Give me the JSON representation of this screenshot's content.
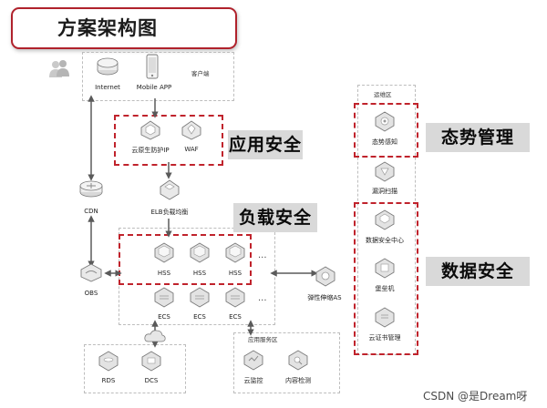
{
  "title": "方案架构图",
  "zones": {
    "client": "客户端",
    "ops": "运维区",
    "app_service": "应用服务区"
  },
  "nodes": {
    "internet": "Internet",
    "mobile_app": "Mobile APP",
    "cloud_waf_ip": "云原生防护IP",
    "waf": "WAF",
    "cdn": "CDN",
    "elb": "ELB负载均衡",
    "obs": "OBS",
    "hss_1": "HSS",
    "hss_2": "HSS",
    "hss_3": "HSS",
    "ecs_1": "ECS",
    "ecs_2": "ECS",
    "ecs_3": "ECS",
    "auto_scaling": "弹性伸缩AS",
    "rds": "RDS",
    "dcs": "DCS",
    "cloud_monitor": "云监控",
    "content_check": "内容检测",
    "situation_awareness": "态势感知",
    "vuln_scan": "漏洞扫描",
    "data_security_center": "数据安全中心",
    "bastion": "堡垒机",
    "cert_mgmt": "云证书管理",
    "ellipsis_1": "...",
    "ellipsis_2": "..."
  },
  "callouts": {
    "app_security": "应用安全",
    "load_security": "负载安全",
    "situation_mgmt": "态势管理",
    "data_security": "数据安全"
  },
  "watermark": "CSDN @是Dream呀",
  "colors": {
    "highlight": "#c0232c",
    "callout_bg": "#d9d9d9",
    "icon_stroke": "#7a7a7a",
    "line": "#5a5a5a"
  }
}
